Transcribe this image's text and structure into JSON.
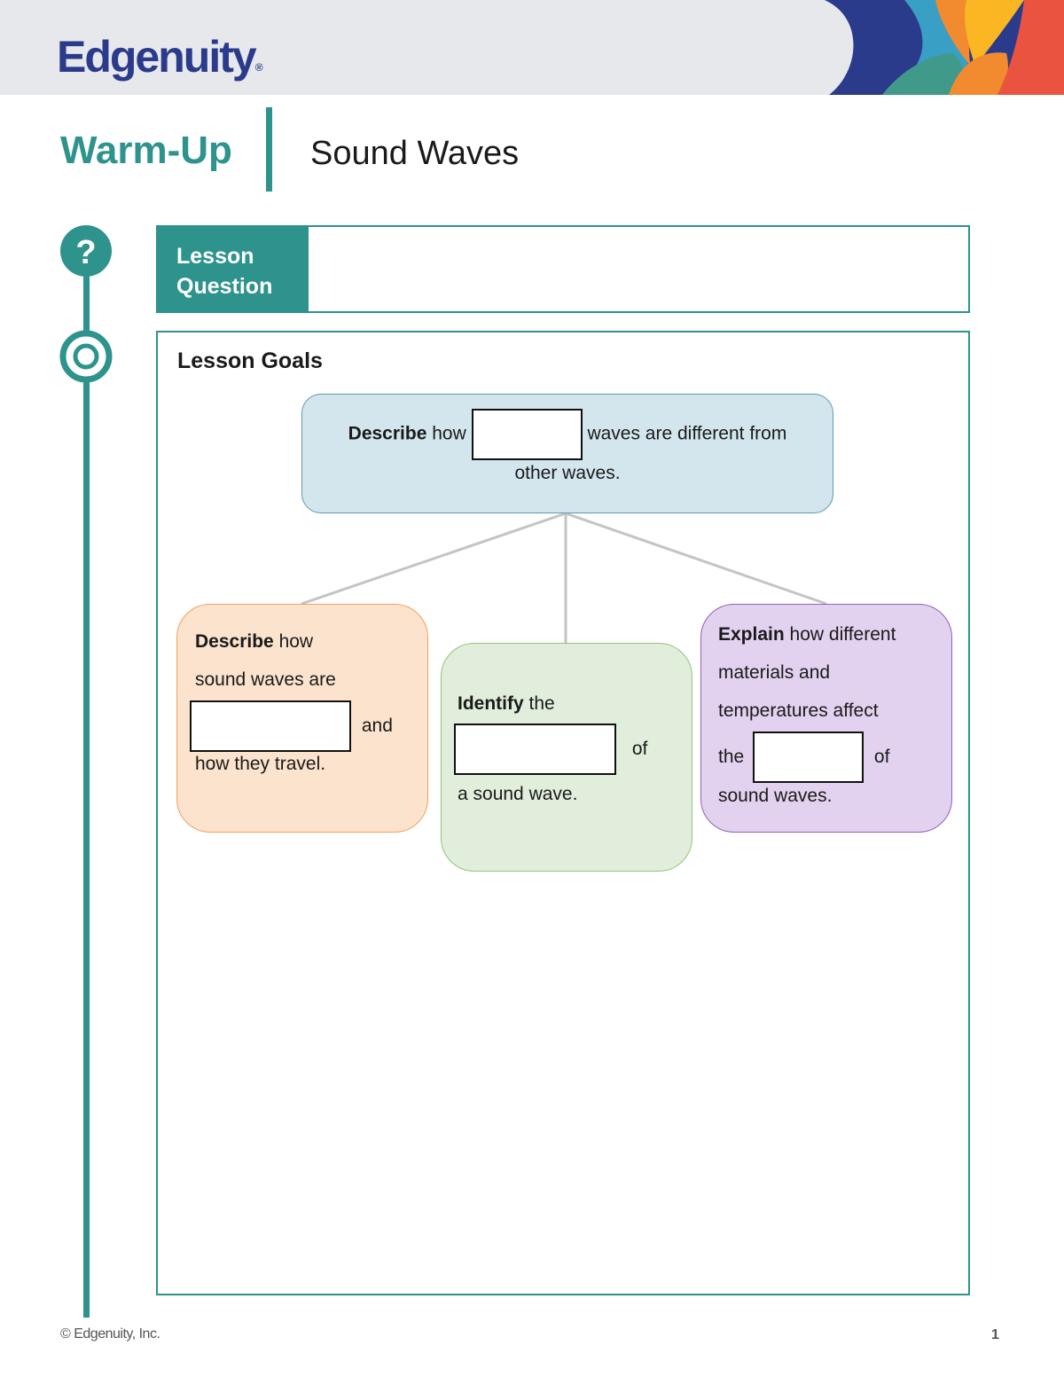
{
  "header": {
    "logo_text": "Edgenuity",
    "logo_mark": "®"
  },
  "page": {
    "section": "Warm-Up",
    "title": "Sound Waves"
  },
  "lesson_question": {
    "label_line1": "Lesson",
    "label_line2": "Question",
    "icon": "question-mark-icon",
    "icon_glyph": "?",
    "answer": ""
  },
  "lesson_goals": {
    "title": "Lesson Goals",
    "icon": "target-icon",
    "top": {
      "verb": "Describe",
      "pre": "how",
      "post": "waves are different from",
      "line2": "other waves."
    },
    "left": {
      "verb": "Describe",
      "pre": "how",
      "line2": "sound waves are",
      "after_blank": "and",
      "line4": "how they travel."
    },
    "middle": {
      "verb": "Identify",
      "pre": "the",
      "after_blank": "of",
      "line3": "a sound wave."
    },
    "right": {
      "verb": "Explain",
      "pre": "how different",
      "line2": "materials and",
      "line3": "temperatures affect",
      "before_blank": "the",
      "after_blank": "of",
      "line5": "sound waves."
    }
  },
  "colors": {
    "teal": "#2e938c",
    "brand_navy": "#2b3b8c",
    "top_goal_fill": "#d3e6ee",
    "left_goal_fill": "#fbe3cd",
    "middle_goal_fill": "#e1eedb",
    "right_goal_fill": "#e2d2ef"
  },
  "footer": {
    "copyright": "© Edgenuity, Inc.",
    "page_number": "1"
  }
}
